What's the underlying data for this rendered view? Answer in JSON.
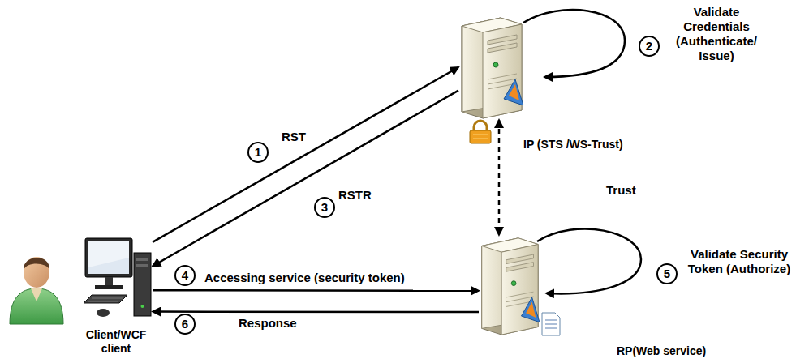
{
  "diagram": {
    "nodes": [
      {
        "text": [
          "IP (STS /WS-Trust)"
        ]
      },
      {
        "text": [
          "RP(Web service)"
        ]
      },
      {
        "text": [
          "Client/WCF client"
        ]
      }
    ],
    "edges": [
      {
        "from": 2,
        "to": 0,
        "arrow": "to",
        "label": "RST"
      },
      {
        "from": 0,
        "to": 2,
        "arrow": "to",
        "label": "RSTR"
      },
      {
        "from": 0,
        "to": 1,
        "arrow": "both",
        "label": "Trust"
      },
      {
        "from": 2,
        "to": 1,
        "arrow": "to",
        "label": "Accessing service (security token)"
      },
      {
        "from": 1,
        "to": 2,
        "arrow": "to",
        "label": "Response"
      }
    ],
    "labels": [
      "1",
      "2",
      "Validate Credentials (Authenticate/ Issue)",
      "3",
      "4",
      "5",
      "Validate Security Token (Authorize)",
      "6"
    ]
  }
}
